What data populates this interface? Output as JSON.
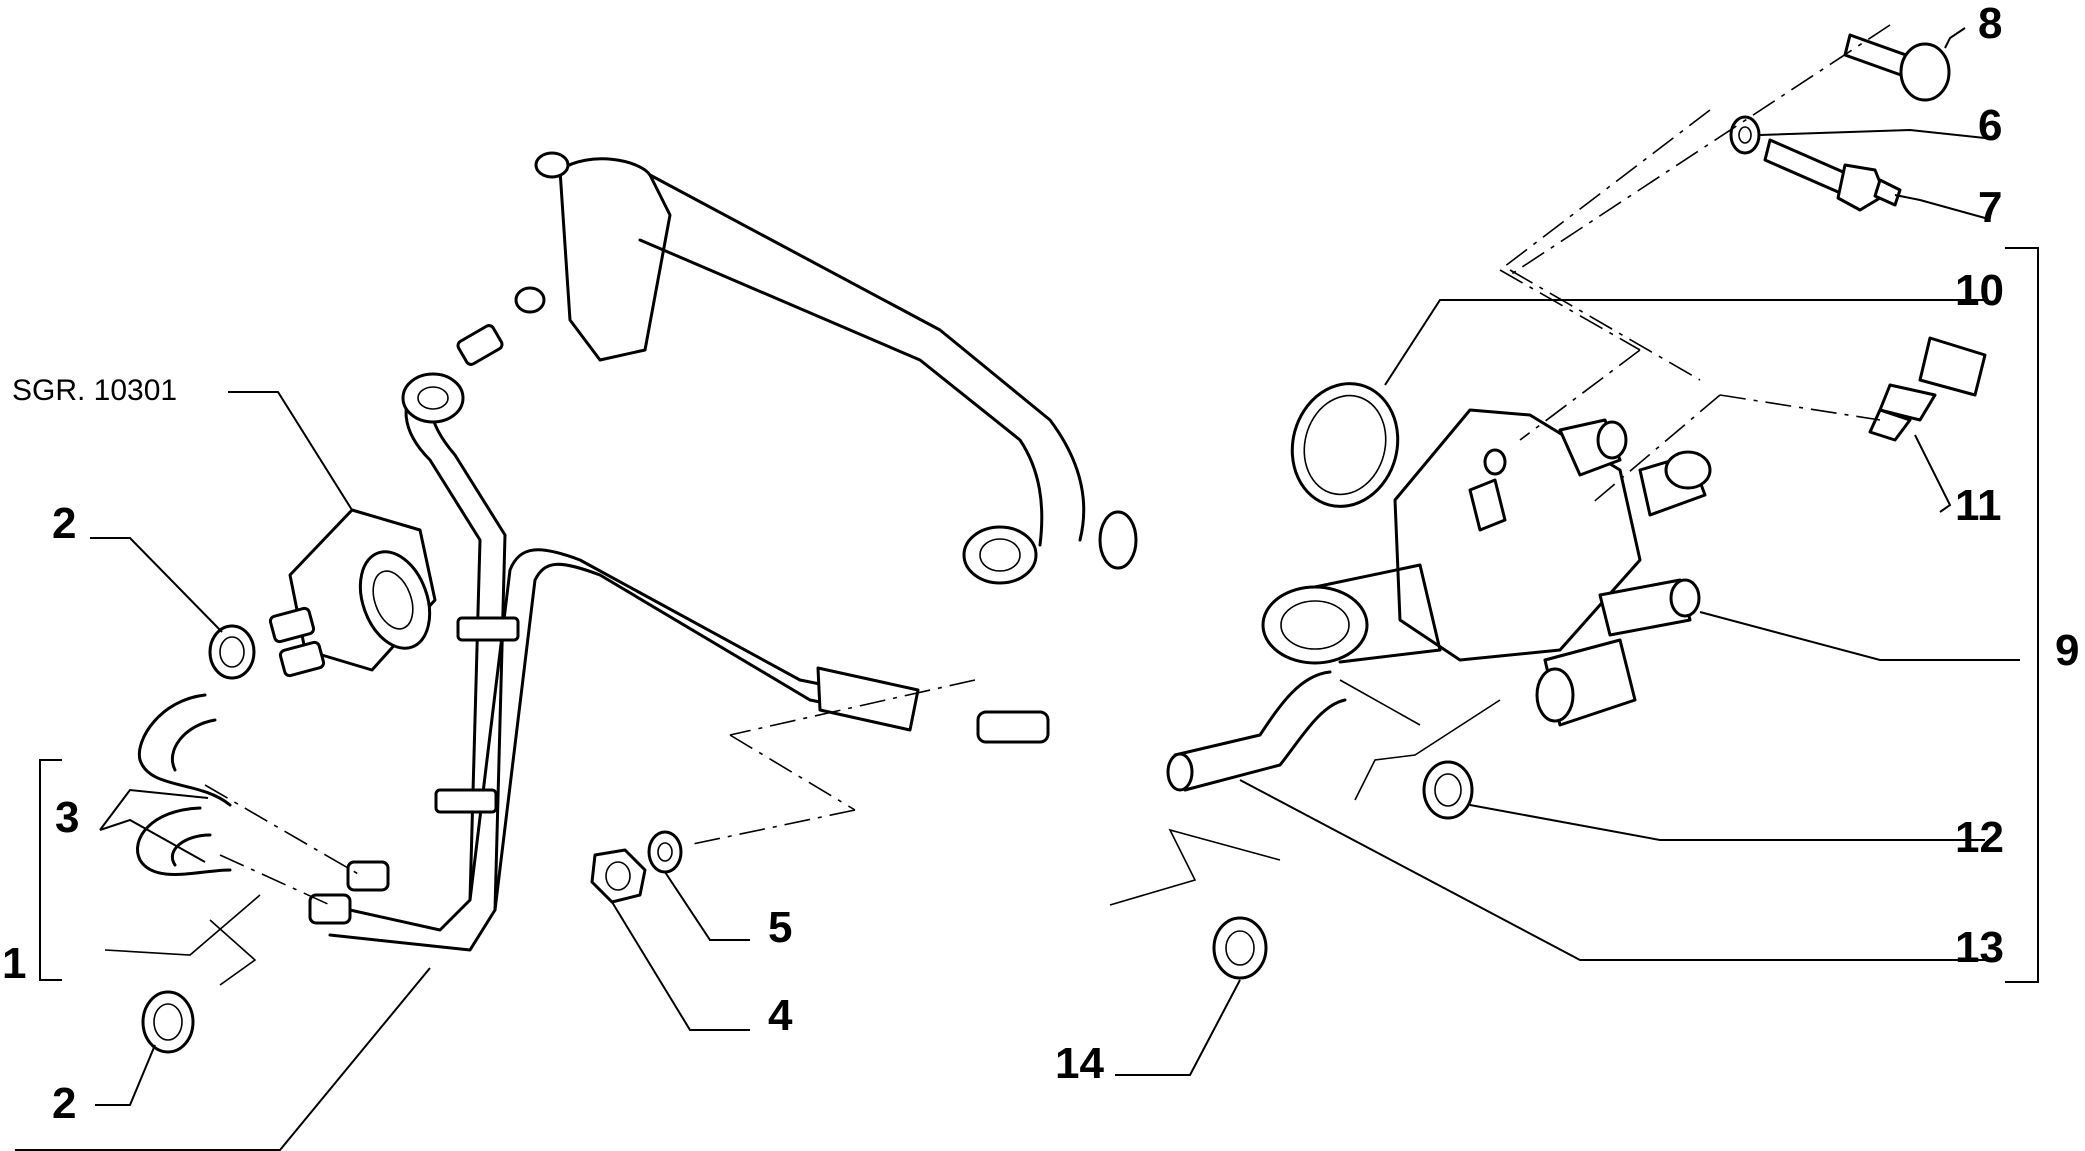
{
  "reference_label": "SGR. 10301",
  "callouts": {
    "c1": "1",
    "c2a": "2",
    "c2b": "2",
    "c3": "3",
    "c4": "4",
    "c5": "5",
    "c6": "6",
    "c7": "7",
    "c8": "8",
    "c9": "9",
    "c10": "10",
    "c11": "11",
    "c12": "12",
    "c13": "13",
    "c14": "14"
  }
}
